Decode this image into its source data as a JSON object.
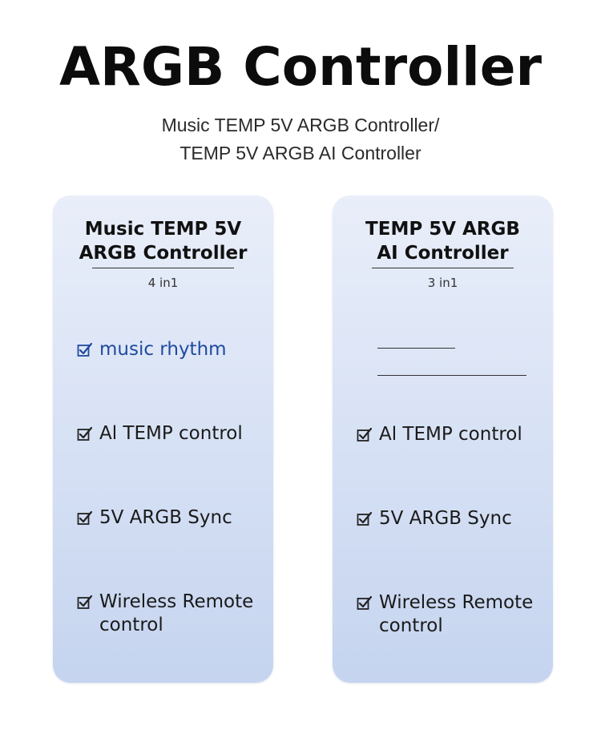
{
  "header": {
    "title": "ARGB Controller",
    "subtitle_line1": "Music TEMP 5V ARGB Controller/",
    "subtitle_line2": "TEMP 5V ARGB AI Controller"
  },
  "cards": [
    {
      "title_line1": "Music TEMP 5V",
      "title_line2": "ARGB Controller",
      "count": "4 in1",
      "features": [
        {
          "label": "music rhythm",
          "color": "#1f4a9f"
        },
        {
          "label": "Al TEMP control"
        },
        {
          "label": "5V ARGB Sync"
        },
        {
          "label": "Wireless Remote control"
        }
      ]
    },
    {
      "title_line1": "TEMP 5V ARGB",
      "title_line2": "AI Controller",
      "count": "3 in1",
      "features": [
        {
          "label": "Al TEMP control"
        },
        {
          "label": "5V ARGB Sync"
        },
        {
          "label": "Wireless Remote control"
        }
      ]
    }
  ],
  "icons": {
    "check": "checkbox-check-icon"
  }
}
